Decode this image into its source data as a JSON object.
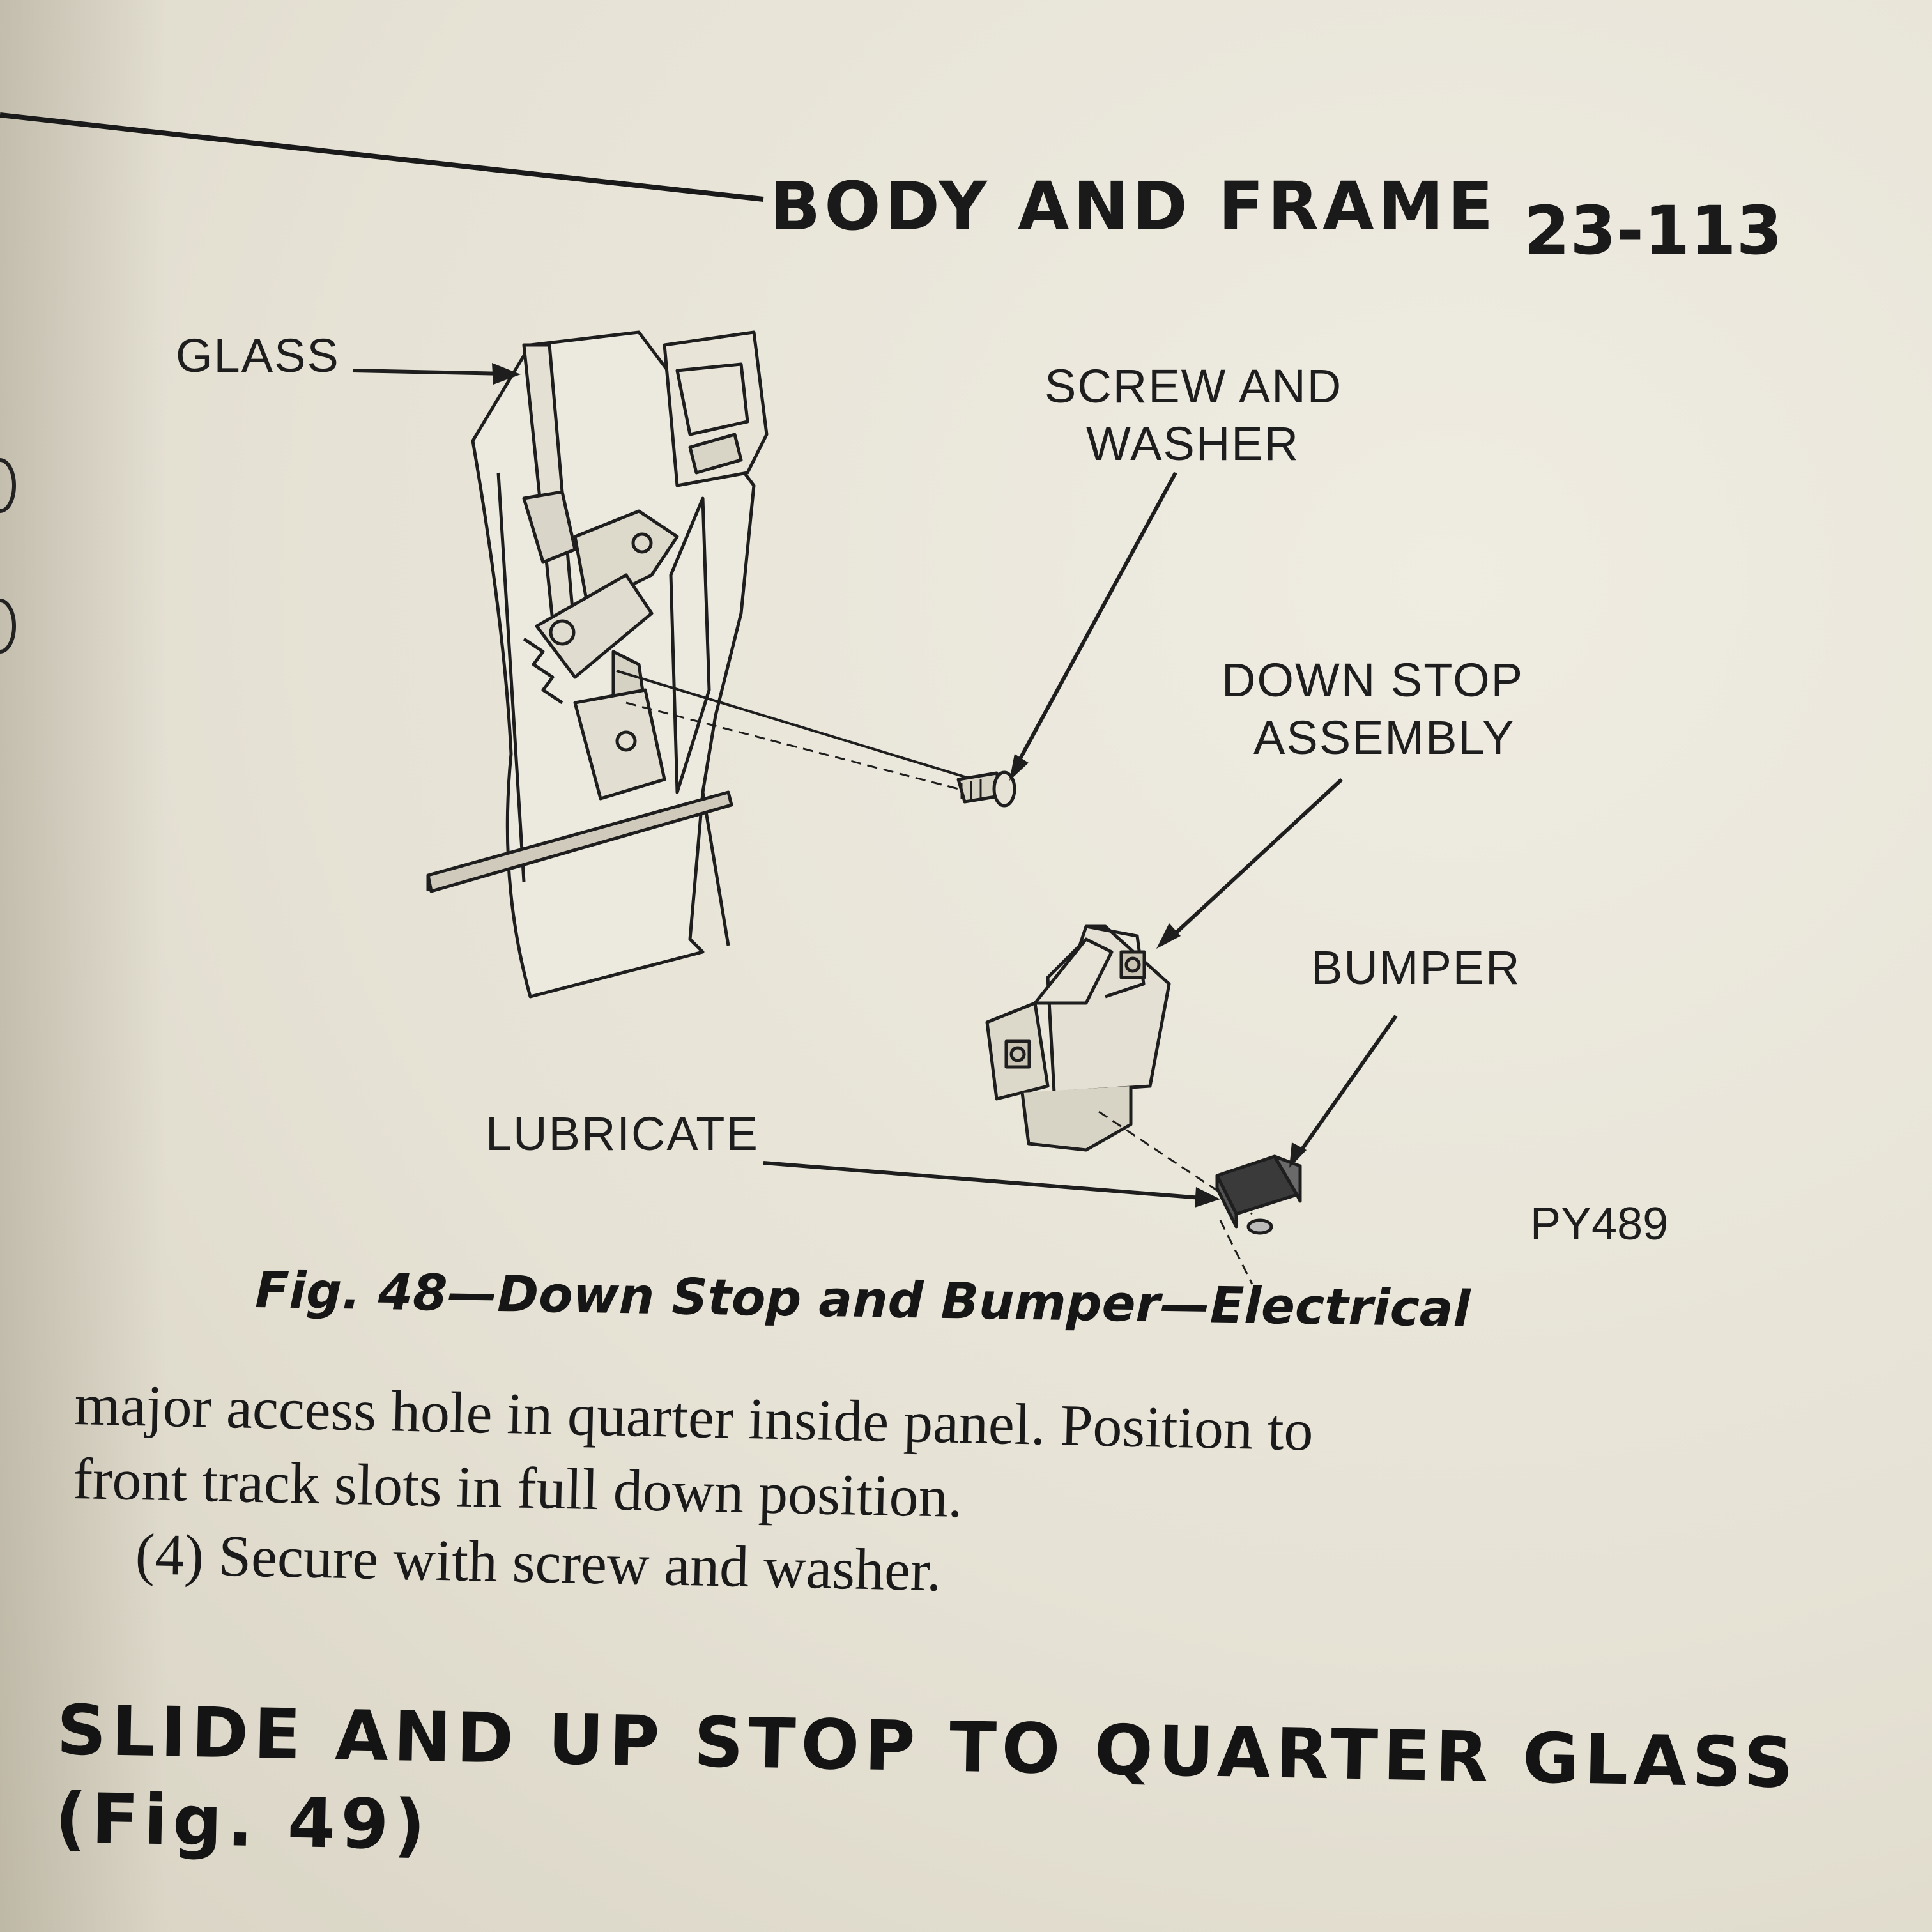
{
  "header": {
    "section_title": "BODY AND FRAME",
    "page_number": "23-113"
  },
  "figure": {
    "labels": {
      "glass": "GLASS",
      "screw_and_washer_line1": "SCREW AND",
      "screw_and_washer_line2": "WASHER",
      "down_stop_line1": "DOWN STOP",
      "down_stop_line2": "ASSEMBLY",
      "bumper": "BUMPER",
      "lubricate": "LUBRICATE"
    },
    "code": "PY489",
    "caption": "Fig. 48—Down Stop and Bumper—Electrical"
  },
  "body": {
    "line1": "major access hole in quarter inside panel. Position to",
    "line2": "front track slots in full down position.",
    "step4": "(4) Secure with screw and washer."
  },
  "section": {
    "heading_line1": "SLIDE AND UP STOP TO QUARTER GLASS",
    "heading_line2": "(Fig. 49)"
  }
}
